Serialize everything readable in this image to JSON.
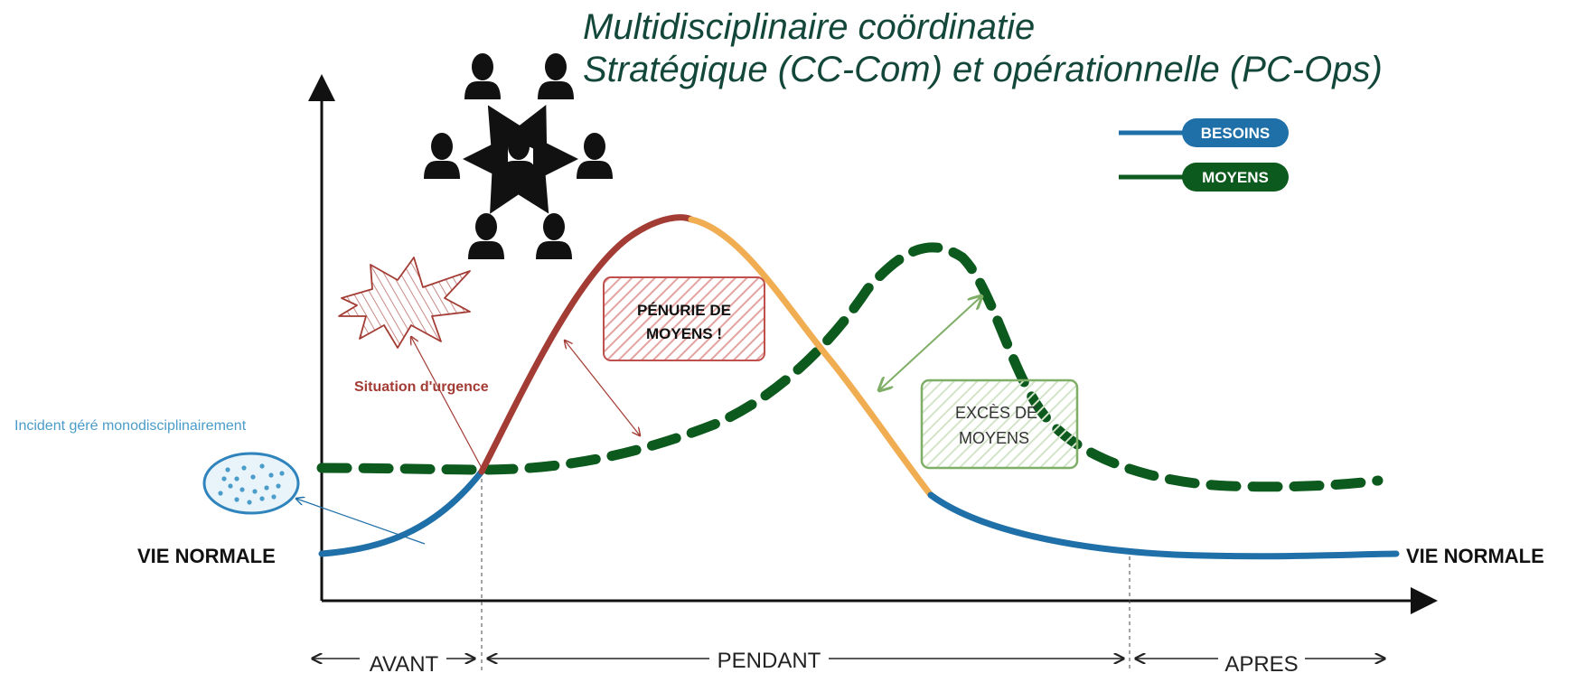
{
  "title": {
    "line1": "Multidisciplinaire coördinatie",
    "line2": "Stratégique (CC-Com) et opérationnelle (PC-Ops)"
  },
  "legend": [
    {
      "label": "BESOINS",
      "color": "#1f6fa8"
    },
    {
      "label": "MOYENS",
      "color": "#0d5a1e"
    }
  ],
  "labels": {
    "vie_normale_left": "VIE NORMALE",
    "vie_normale_right": "VIE NORMALE",
    "incident": "Incident géré monodisciplinairement",
    "situation": "Situation d'urgence",
    "penurie_line1": "PÉNURIE DE",
    "penurie_line2": "MOYENS !",
    "exces_line1": "EXCÈS DE",
    "exces_line2": "MOYENS"
  },
  "phases": {
    "avant": "AVANT",
    "pendant": "PENDANT",
    "apres": "APRES"
  },
  "colors": {
    "besoins_blue": "#1f6fa8",
    "besoins_red": "#a33c34",
    "besoins_orange": "#f0ad52",
    "moyens_green": "#0d5a1e",
    "penurie_red": "#c0504d",
    "exces_green": "#7fae67",
    "incident_blue": "#4a9cc9",
    "title_green": "#13473a"
  },
  "icons": [
    "person-icon",
    "arrow-icon",
    "explosion-icon",
    "incident-cluster-icon"
  ]
}
